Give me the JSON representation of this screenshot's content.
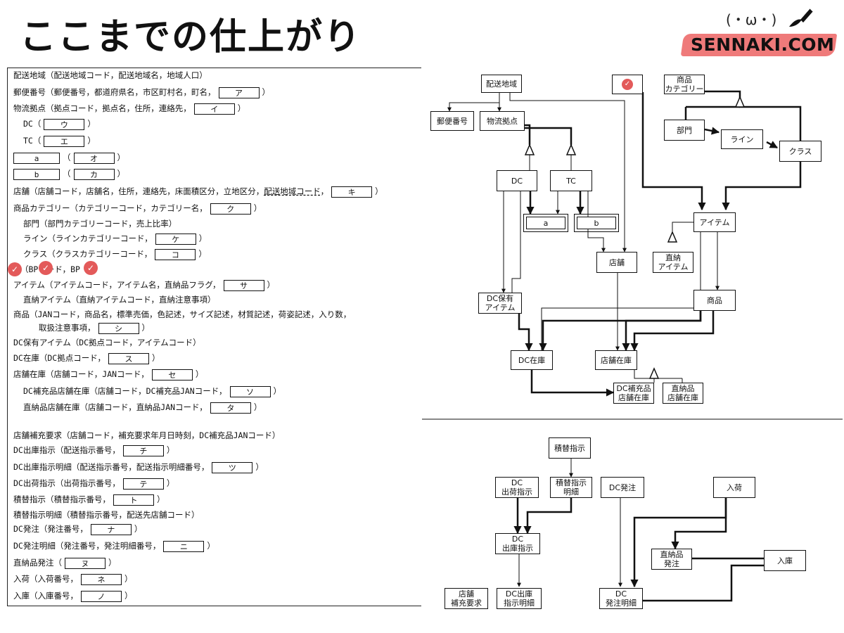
{
  "header": {
    "title": "ここまでの仕上がり",
    "brand": "SENNAKI.COM",
    "brand_face": "(・ω・)"
  },
  "colors": {
    "accent": "#e35a5a",
    "brand_brush": "#ef7a7a"
  },
  "document": {
    "l1": "配送地域（配送地域コード，配送地域名，地域人口）",
    "l2a": "郵便番号（郵便番号，都道府県名，市区町村名，町名，",
    "l2b": "ア",
    "l2c": "）",
    "l3a": "物流拠点（拠点コード，拠点名，住所，連絡先，",
    "l3b": "イ",
    "l3c": "）",
    "l4a": "DC（",
    "l4b": "ウ",
    "l4c": "）",
    "l5a": "TC（",
    "l5b": "エ",
    "l5c": "）",
    "l6a": "a",
    "l6b": "（",
    "l6c": "オ",
    "l6d": "）",
    "l7a": "b",
    "l7b": "（",
    "l7c": "カ",
    "l7d": "）",
    "l8a": "店舗（店舗コード，店舗名，住所，連絡先，床面積区分，立地区分，",
    "l8k": "配送地域コード",
    "l8b": "，",
    "l8c": "キ",
    "l8d": "）",
    "l9a": "商品カテゴリー（カテゴリーコード，カテゴリー名，",
    "l9b": "ク",
    "l9c": "）",
    "l10": "部門（部門カテゴリーコード，売上比率）",
    "l11a": "ライン（ラインカテゴリーコード，",
    "l11b": "ケ",
    "l11c": "）",
    "l12a": "クラス（クラスカテゴリーコード，",
    "l12b": "コ",
    "l12c": "）",
    "l13": "（BP　ード，BP　）",
    "l14a": "アイテム（アイテムコード，アイテム名，直納品フラグ，",
    "l14b": "サ",
    "l14c": "）",
    "l15": "直納アイテム（直納アイテムコード，直納注意事項）",
    "l16": "商品（JANコード，商品名，標準売価，色記述，サイズ記述，材質記述，荷姿記述，入り数，",
    "l17a": "取扱注意事項，",
    "l17b": "シ",
    "l17c": "）",
    "l18": "DC保有アイテム（DC拠点コード，アイテムコード）",
    "l19a": "DC在庫（DC拠点コード，",
    "l19b": "ス",
    "l19c": "）",
    "l20a": "店舗在庫（店舗コード，JANコード，",
    "l20b": "セ",
    "l20c": "）",
    "l21a": "DC補充品店舗在庫（店舗コード，DC補充品JANコード，",
    "l21b": "ソ",
    "l21c": "）",
    "l22a": "直納品店舗在庫（店舗コード，直納品JANコード，",
    "l22b": "タ",
    "l22c": "）",
    "l23": "店舗補充要求（店舗コード，補充要求年月日時刻，DC補充品JANコード）",
    "l24a": "DC出庫指示（配送指示番号，",
    "l24b": "チ",
    "l24c": "）",
    "l25a": "DC出庫指示明細（配送指示番号，配送指示明細番号，",
    "l25b": "ツ",
    "l25c": "）",
    "l26a": "DC出荷指示（出荷指示番号，",
    "l26b": "テ",
    "l26c": "）",
    "l27a": "積替指示（積替指示番号，",
    "l27b": "ト",
    "l27c": "）",
    "l28": "積替指示明細（積替指示番号，配送先店舗コード）",
    "l29a": "DC発注（発注番号，",
    "l29b": "ナ",
    "l29c": "）",
    "l30a": "DC発注明細（発注番号，発注明細番号，",
    "l30b": "ニ",
    "l30c": "）",
    "l31a": "直納品発注（",
    "l31b": "ヌ",
    "l31c": "）",
    "l32a": "入荷（入荷番号，",
    "l32b": "ネ",
    "l32c": "）",
    "l33a": "入庫（入庫番号，",
    "l33b": "ノ",
    "l33c": "）"
  },
  "entities": {
    "haiso": "配送地域",
    "yubin": "郵便番号",
    "butsuryu": "物流拠点",
    "shohin_cat": "商品\nカテゴリー",
    "bumon": "部門",
    "line": "ライン",
    "class": "クラス",
    "dc": "DC",
    "tc": "TC",
    "a": "a",
    "b": "b",
    "item": "アイテム",
    "chokuno_item": "直納\nアイテム",
    "tenpo": "店舗",
    "dc_hoyu": "DC保有\nアイテム",
    "shohin": "商品",
    "dc_zaiko": "DC在庫",
    "tenpo_zaiko": "店舗在庫",
    "dc_hojuhin": "DC補充品\n店舗在庫",
    "chokunohin_zaiko": "直納品\n店舗在庫",
    "tsumikae": "積替指示",
    "dc_shukka": "DC\n出荷指示",
    "tsumikae_meisai": "積替指示\n明細",
    "dc_hatchu": "DC発注",
    "nyuka": "入荷",
    "dc_shukko": "DC\n出庫指示",
    "chokunohin_hatchu": "直納品\n発注",
    "nyuko": "入庫",
    "tenpo_hoju": "店舗\n補充要求",
    "dc_shukko_meisai": "DC出庫\n指示明細",
    "dc_hatchu_meisai": "DC\n発注明細"
  }
}
